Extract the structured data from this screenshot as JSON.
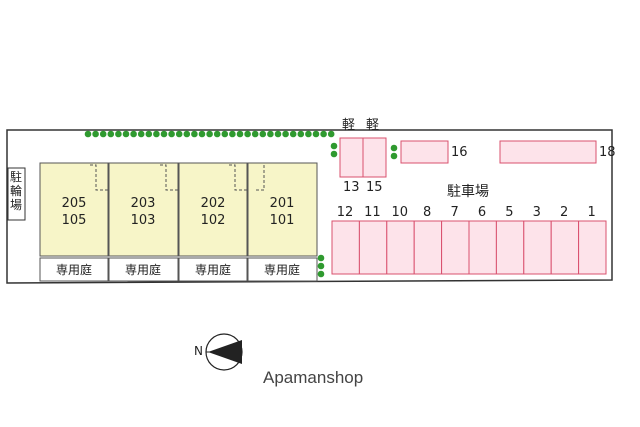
{
  "map": {
    "bicycle_parking_label": "駐輪場",
    "kei_labels": [
      "軽",
      "軽"
    ],
    "parking_label": "駐車場",
    "brand": "Apamanshop",
    "compass_letter": "N",
    "units": [
      {
        "upper": "205",
        "lower": "105",
        "yard": "専用庭"
      },
      {
        "upper": "203",
        "lower": "103",
        "yard": "専用庭"
      },
      {
        "upper": "202",
        "lower": "102",
        "yard": "専用庭"
      },
      {
        "upper": "201",
        "lower": "101",
        "yard": "専用庭"
      }
    ],
    "parking_numbers": [
      "12",
      "11",
      "10",
      "8",
      "7",
      "6",
      "5",
      "3",
      "2",
      "1"
    ],
    "small_spot_numbers": [
      "13",
      "15"
    ],
    "spot_16": "16",
    "spot_18": "18"
  },
  "colors": {
    "building_fill": "#f7f5c8",
    "parking_fill": "#fde3ea",
    "parking_stroke": "#d9506e",
    "hedge": "#2f9a2f",
    "outline": "#333333"
  }
}
